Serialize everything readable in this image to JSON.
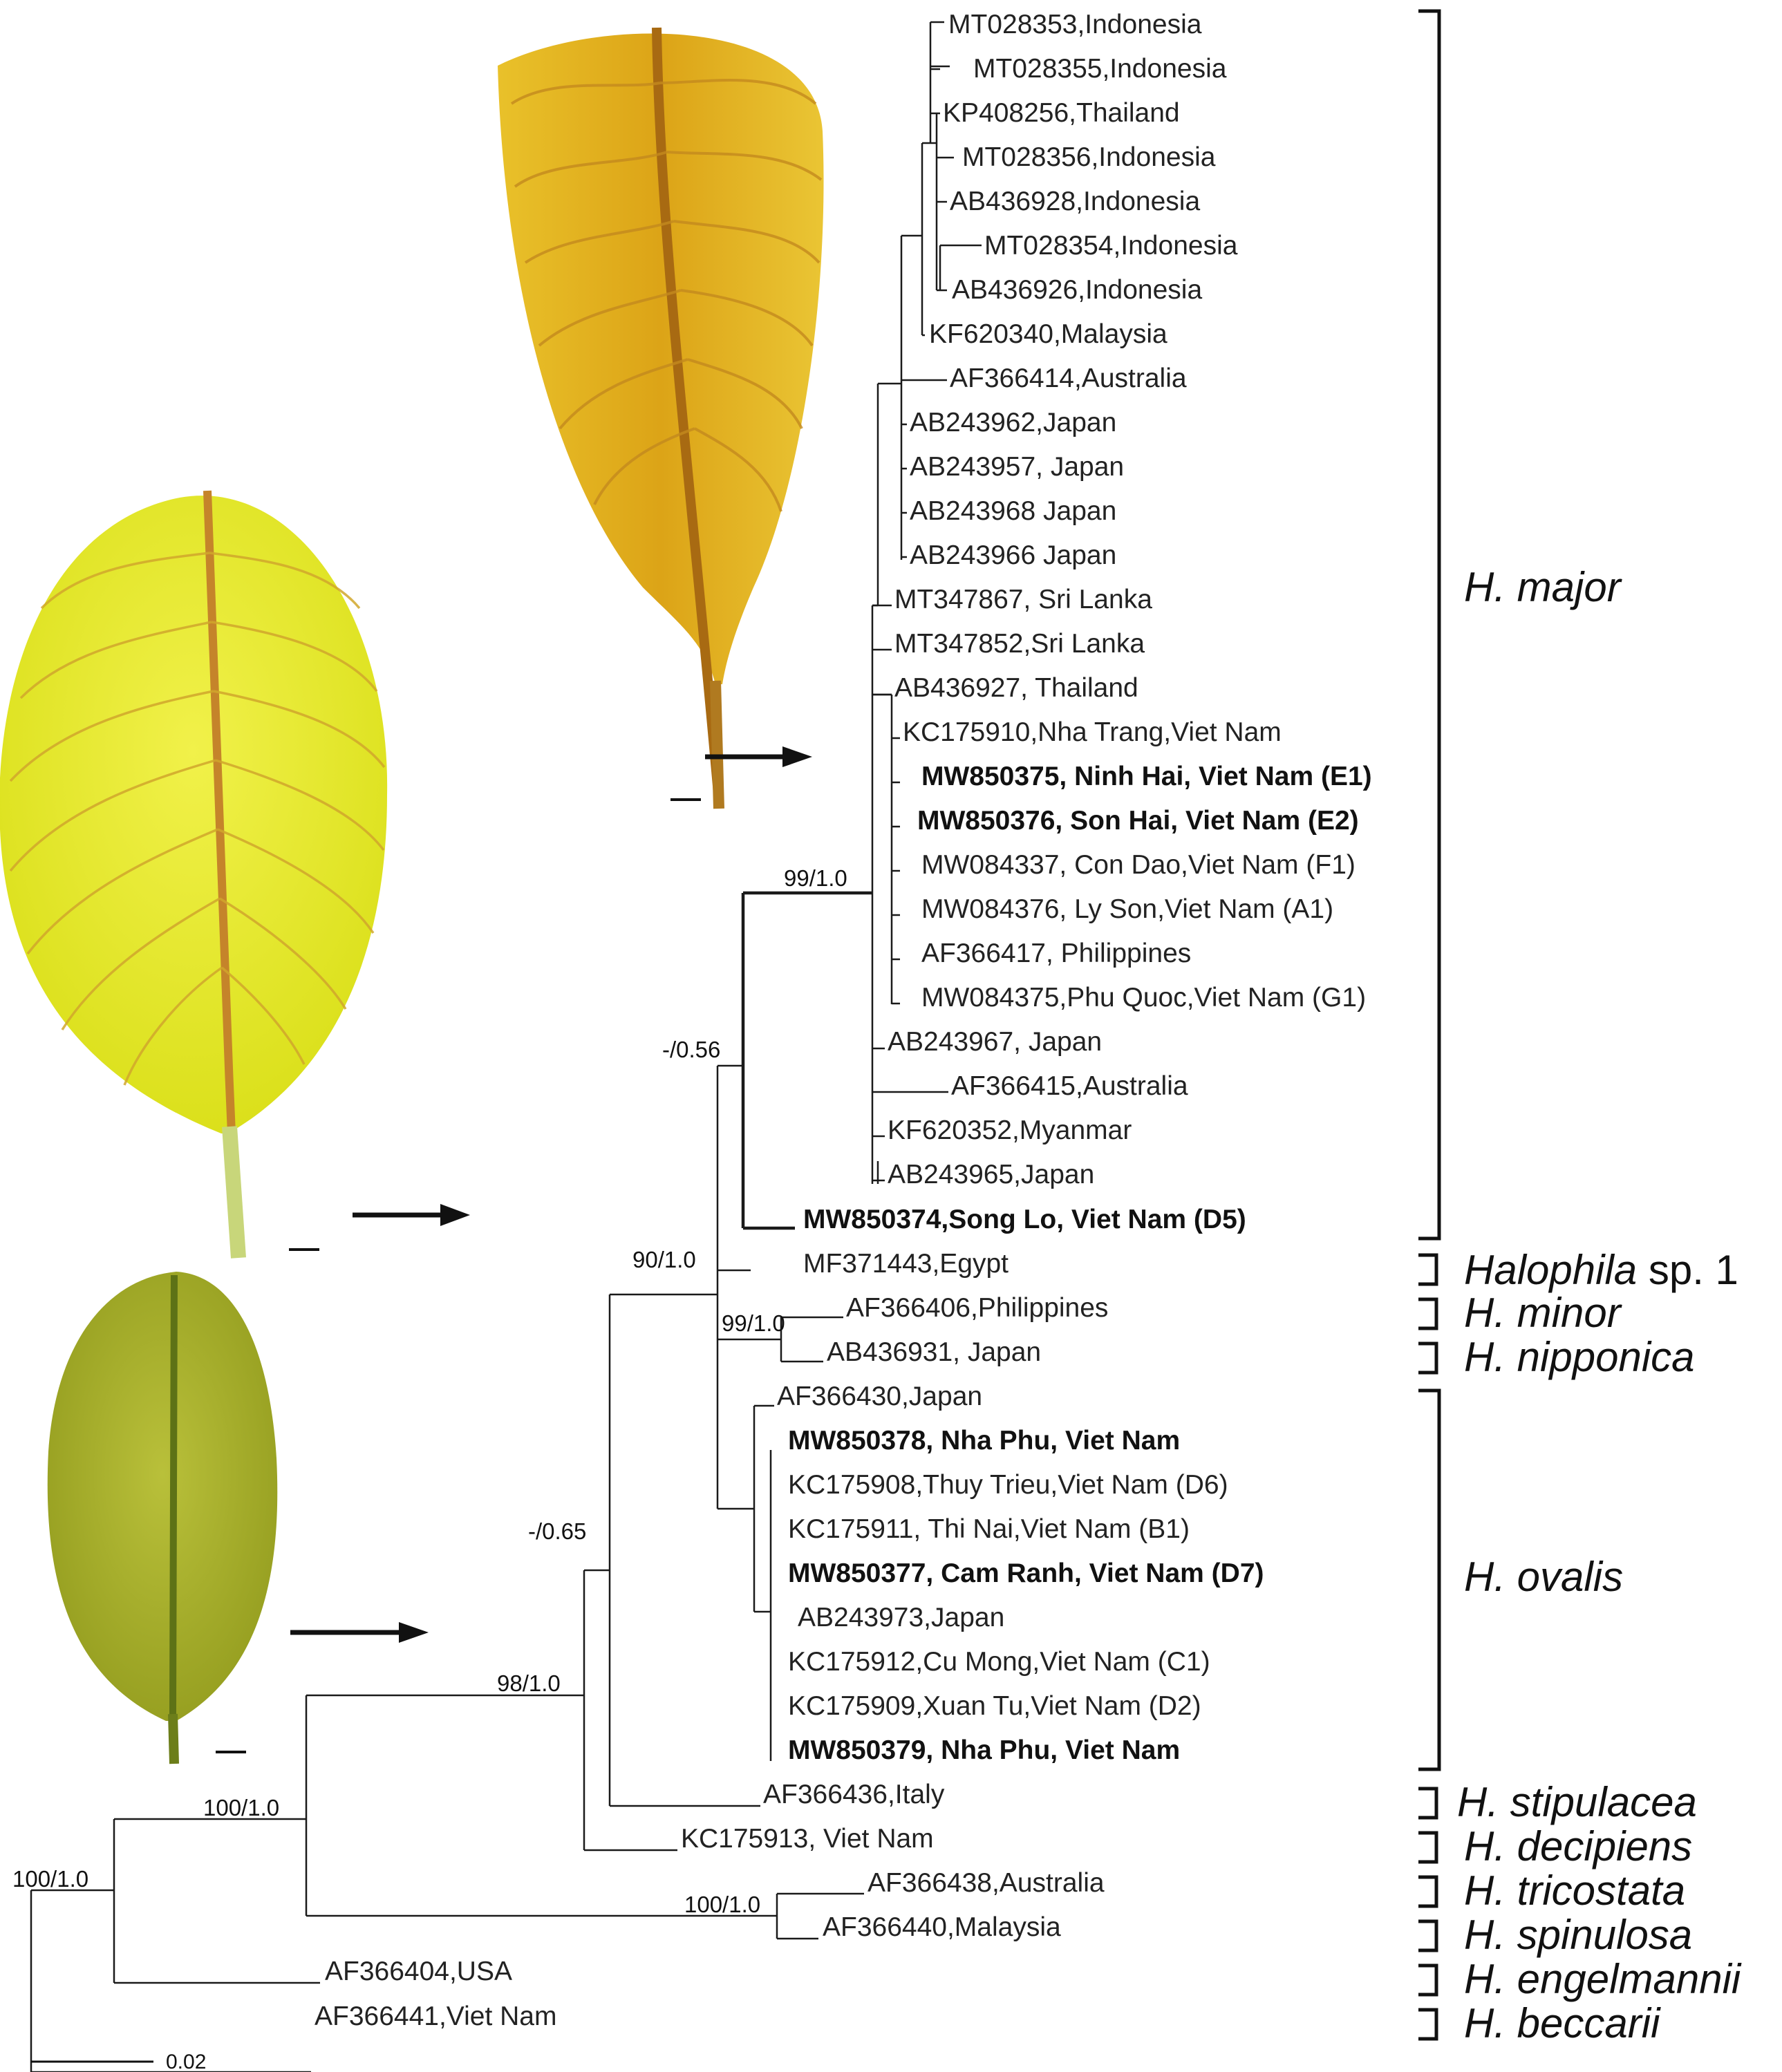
{
  "tips": [
    {
      "id": "t1",
      "label": "MT028353,Indonesia",
      "bold": false
    },
    {
      "id": "t2",
      "label": "MT028355,Indonesia",
      "bold": false
    },
    {
      "id": "t3",
      "label": "KP408256,Thailand",
      "bold": false
    },
    {
      "id": "t4",
      "label": "MT028356,Indonesia",
      "bold": false
    },
    {
      "id": "t5",
      "label": "AB436928,Indonesia",
      "bold": false
    },
    {
      "id": "t6",
      "label": "MT028354,Indonesia",
      "bold": false
    },
    {
      "id": "t7",
      "label": "AB436926,Indonesia",
      "bold": false
    },
    {
      "id": "t8",
      "label": "KF620340,Malaysia",
      "bold": false
    },
    {
      "id": "t9",
      "label": "AF366414,Australia",
      "bold": false
    },
    {
      "id": "t10",
      "label": "AB243962,Japan",
      "bold": false
    },
    {
      "id": "t11",
      "label": "AB243957, Japan",
      "bold": false
    },
    {
      "id": "t12",
      "label": "AB243968 Japan",
      "bold": false
    },
    {
      "id": "t13",
      "label": "AB243966 Japan",
      "bold": false
    },
    {
      "id": "t14",
      "label": "MT347867, Sri Lanka",
      "bold": false
    },
    {
      "id": "t15",
      "label": "MT347852,Sri Lanka",
      "bold": false
    },
    {
      "id": "t16",
      "label": "AB436927, Thailand",
      "bold": false
    },
    {
      "id": "t17",
      "label": "KC175910,Nha Trang,Viet Nam",
      "bold": false
    },
    {
      "id": "t18",
      "label": "MW850375, Ninh Hai, Viet Nam (E1)",
      "bold": true
    },
    {
      "id": "t19",
      "label": "MW850376, Son Hai, Viet Nam (E2)",
      "bold": true
    },
    {
      "id": "t20",
      "label": "MW084337, Con Dao,Viet Nam (F1)",
      "bold": false
    },
    {
      "id": "t21",
      "label": "MW084376, Ly Son,Viet Nam (A1)",
      "bold": false
    },
    {
      "id": "t22",
      "label": "AF366417, Philippines",
      "bold": false
    },
    {
      "id": "t23",
      "label": "MW084375,Phu Quoc,Viet Nam (G1)",
      "bold": false
    },
    {
      "id": "t24",
      "label": "AB243967, Japan",
      "bold": false
    },
    {
      "id": "t25",
      "label": "AF366415,Australia",
      "bold": false
    },
    {
      "id": "t26",
      "label": "KF620352,Myanmar",
      "bold": false
    },
    {
      "id": "t27",
      "label": "AB243965,Japan",
      "bold": false
    },
    {
      "id": "t28",
      "label": "MW850374,Song Lo, Viet Nam (D5)",
      "bold": true
    },
    {
      "id": "t29",
      "label": "MF371443,Egypt",
      "bold": false
    },
    {
      "id": "t30",
      "label": "AF366406,Philippines",
      "bold": false
    },
    {
      "id": "t31",
      "label": "AB436931, Japan",
      "bold": false
    },
    {
      "id": "t32",
      "label": "AF366430,Japan",
      "bold": false
    },
    {
      "id": "t33",
      "label": "MW850378, Nha Phu, Viet Nam",
      "bold": true
    },
    {
      "id": "t34",
      "label": "KC175908,Thuy Trieu,Viet Nam (D6)",
      "bold": false
    },
    {
      "id": "t35",
      "label": "KC175911, Thi Nai,Viet Nam (B1)",
      "bold": false
    },
    {
      "id": "t36",
      "label": "MW850377, Cam Ranh, Viet Nam (D7)",
      "bold": true
    },
    {
      "id": "t37",
      "label": "AB243973,Japan",
      "bold": false
    },
    {
      "id": "t38",
      "label": "KC175912,Cu Mong,Viet Nam (C1)",
      "bold": false
    },
    {
      "id": "t39",
      "label": "KC175909,Xuan Tu,Viet Nam (D2)",
      "bold": false
    },
    {
      "id": "t40",
      "label": "MW850379, Nha Phu, Viet Nam",
      "bold": true
    },
    {
      "id": "t41",
      "label": "AF366436,Italy",
      "bold": false
    },
    {
      "id": "t42",
      "label": "KC175913, Viet Nam",
      "bold": false
    },
    {
      "id": "t43",
      "label": "AF366438,Australia",
      "bold": false
    },
    {
      "id": "t44",
      "label": "AF366440,Malaysia",
      "bold": false
    },
    {
      "id": "t45",
      "label": "AF366404,USA",
      "bold": false
    },
    {
      "id": "t46",
      "label": "AF366441,Viet Nam",
      "bold": false
    }
  ],
  "support_values": {
    "major_clade": "99/1.0",
    "major_songlo": "-/0.56",
    "core": "90/1.0",
    "minor_nipponica": "99/1.0",
    "ovalis_group": "-/0.65",
    "decipiens_group": "98/1.0",
    "tricostata_group": "100/1.0",
    "tricostata_spinulosa": "100/1.0",
    "root": "100/1.0"
  },
  "species": [
    {
      "id": "major",
      "name": "H. major"
    },
    {
      "id": "sp1",
      "name": "Halophila",
      "suffix": " sp. 1"
    },
    {
      "id": "minor",
      "name": "H. minor"
    },
    {
      "id": "nipponica",
      "name": "H. nipponica"
    },
    {
      "id": "ovalis",
      "name": "H. ovalis"
    },
    {
      "id": "stipulacea",
      "name": "H. stipulacea"
    },
    {
      "id": "decipiens",
      "name": "H. decipiens"
    },
    {
      "id": "tricostata",
      "name": "H. tricostata"
    },
    {
      "id": "spinulosa",
      "name": "H. spinulosa"
    },
    {
      "id": "engelmannii",
      "name": "H. engelmannii"
    },
    {
      "id": "beccarii",
      "name": "H. beccarii"
    }
  ],
  "scale_bar": {
    "label": "0.02"
  },
  "colors": {
    "leaf_large": "#e9ea1c",
    "leaf_top": "#e3b21a",
    "leaf_bottom": "#a9b32a",
    "leaf_vein": "#c9892a"
  }
}
